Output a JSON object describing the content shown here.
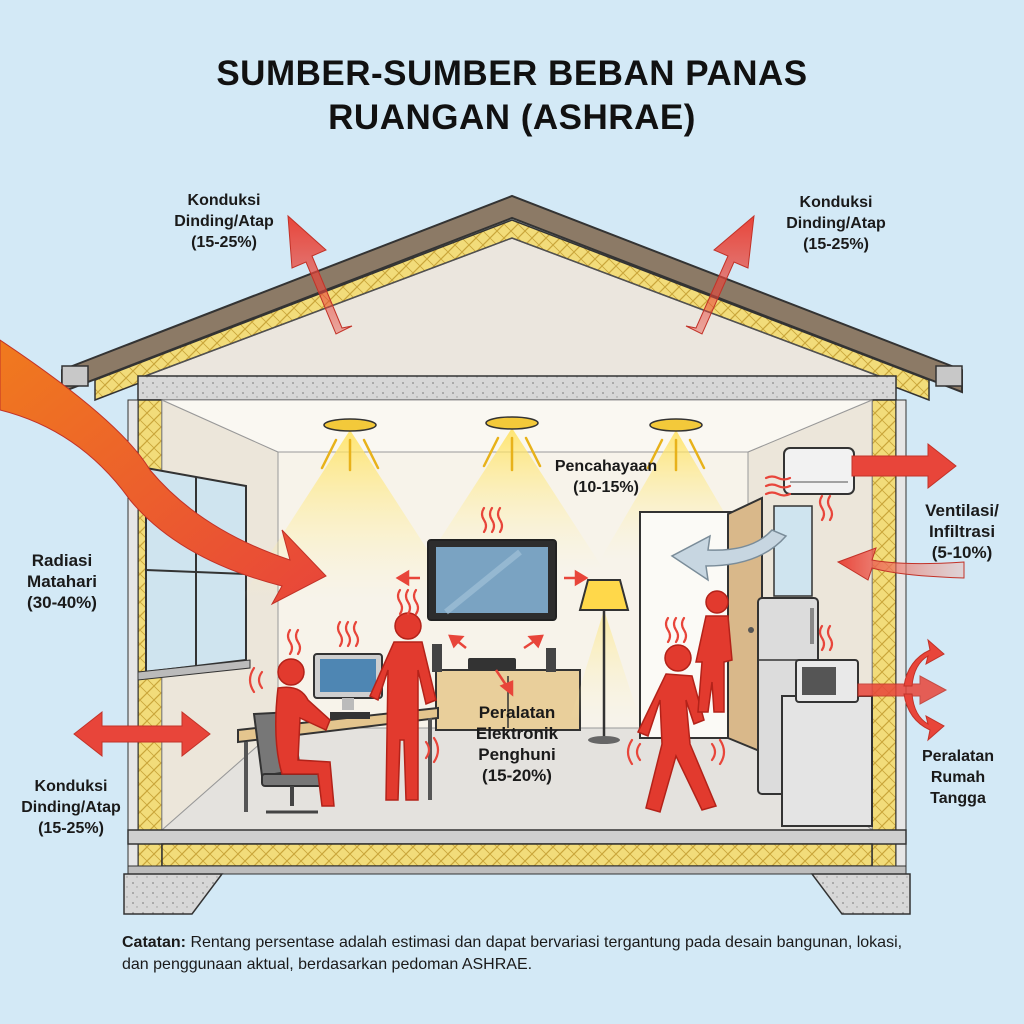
{
  "title": {
    "line1": "SUMBER-SUMBER BEBAN PANAS",
    "line2": "RUANGAN (ASHRAE)"
  },
  "labels": {
    "roof_left": [
      "Konduksi",
      "Dinding/Atap",
      "(15-25%)"
    ],
    "roof_right": [
      "Konduksi",
      "Dinding/Atap",
      "(15-25%)"
    ],
    "solar": [
      "Radiasi",
      "Matahari",
      "(30-40%)"
    ],
    "lighting": [
      "Pencahayaan",
      "(10-15%)"
    ],
    "ventilation": [
      "Ventilasi/",
      "Infiltrasi",
      "(5-10%)"
    ],
    "electronics": [
      "Peralatan",
      "Elektronik",
      "Penghuni",
      "(15-20%)"
    ],
    "wall_left": [
      "Konduksi",
      "Dinding/Atap",
      "(15-25%)"
    ],
    "appliances": [
      "Peralatan",
      "Rumah",
      "Tangga"
    ]
  },
  "note": {
    "prefix": "Catatan:",
    "text": " Rentang persentase adalah estimasi dan dapat bervariasi tergantung pada desain bangunan, lokasi, dan penggunaan aktual, berdasarkan pedoman ASHRAE."
  },
  "colors": {
    "background": "#d3e9f6",
    "heat_arrow": "#e8453a",
    "solar_arrow": "#f08a2a",
    "insulation": "#f2dc7a",
    "occupant": "#e23a2e",
    "light": "#ffe680"
  }
}
